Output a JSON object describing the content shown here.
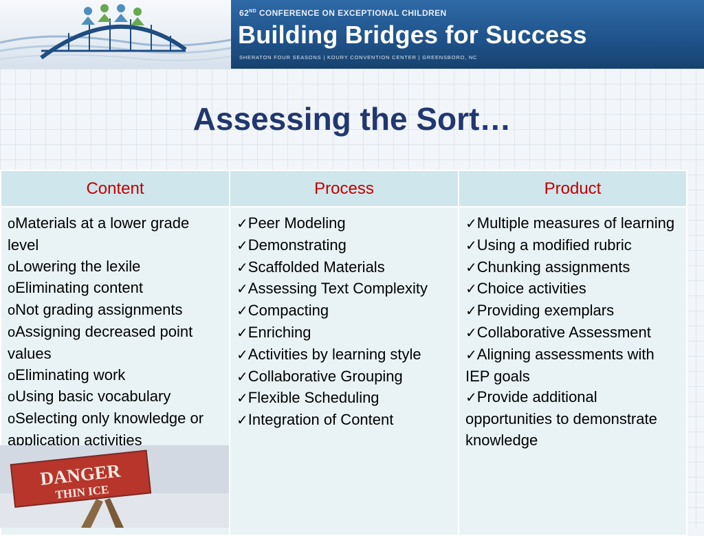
{
  "header": {
    "conference_ordinal": "62",
    "conference_ordinal_suffix": "ND",
    "conference_name": "CONFERENCE ON EXCEPTIONAL CHILDREN",
    "title": "Building Bridges for Success",
    "venue": "SHERATON FOUR SEASONS  |  KOURY CONVENTION CENTER  |  GREENSBORO, NC",
    "logo_icon": "bridge-people-logo"
  },
  "slide": {
    "title": "Assessing the Sort…"
  },
  "table": {
    "headers": [
      "Content",
      "Process",
      "Product"
    ],
    "content_marker": "o",
    "check_marker": "✓",
    "content_items": [
      "Materials at a lower grade level",
      "Lowering the lexile",
      "Eliminating content",
      "Not grading assignments",
      "Assigning decreased point values",
      "Eliminating work",
      "Using basic vocabulary",
      "Selecting only knowledge or application activities"
    ],
    "process_items": [
      "Peer Modeling",
      "Demonstrating",
      "Scaffolded Materials",
      "Assessing Text Complexity",
      "Compacting",
      "Enriching",
      "Activities by learning style",
      "Collaborative Grouping",
      "Flexible Scheduling",
      "Integration of Content"
    ],
    "product_items": [
      "Multiple measures of learning",
      "Using a modified rubric",
      "Chunking assignments",
      "Choice activities",
      "Providing exemplars",
      "Collaborative Assessment",
      "Aligning assessments with IEP goals",
      "Provide additional opportunities to demonstrate knowledge"
    ]
  },
  "photo": {
    "sign_line1": "DANGER",
    "sign_line2": "THIN ICE"
  },
  "colors": {
    "title": "#21376f",
    "header_text": "#c00000",
    "banner_blue": "#20548c"
  }
}
